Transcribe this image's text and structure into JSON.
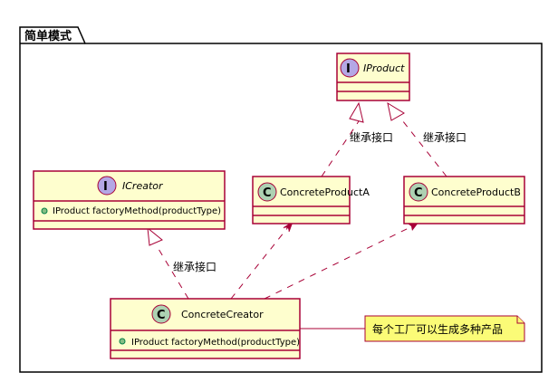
{
  "package": {
    "title": "简单模式"
  },
  "classes": {
    "iproduct": {
      "kind": "I",
      "name": "IProduct",
      "members": []
    },
    "icreator": {
      "kind": "I",
      "name": "ICreator",
      "members": [
        "IProduct factoryMethod(productType)"
      ]
    },
    "product_a": {
      "kind": "C",
      "name": "ConcreteProductA",
      "members": []
    },
    "product_b": {
      "kind": "C",
      "name": "ConcreteProductB",
      "members": []
    },
    "creator": {
      "kind": "C",
      "name": "ConcreteCreator",
      "members": [
        "IProduct factoryMethod(productType)"
      ]
    }
  },
  "edges": {
    "a_to_iproduct": {
      "label": "继承接口"
    },
    "b_to_iproduct": {
      "label": "继承接口"
    },
    "creator_to_icreator": {
      "label": "继承接口"
    }
  },
  "note": {
    "text": "每个工厂可以生成多种产品"
  },
  "colors": {
    "class_fill": "#FEFECE",
    "border": "#A80036",
    "circle_class": "#ADD1B2",
    "circle_interface": "#B4A7E5",
    "note_fill": "#FBFB77"
  }
}
